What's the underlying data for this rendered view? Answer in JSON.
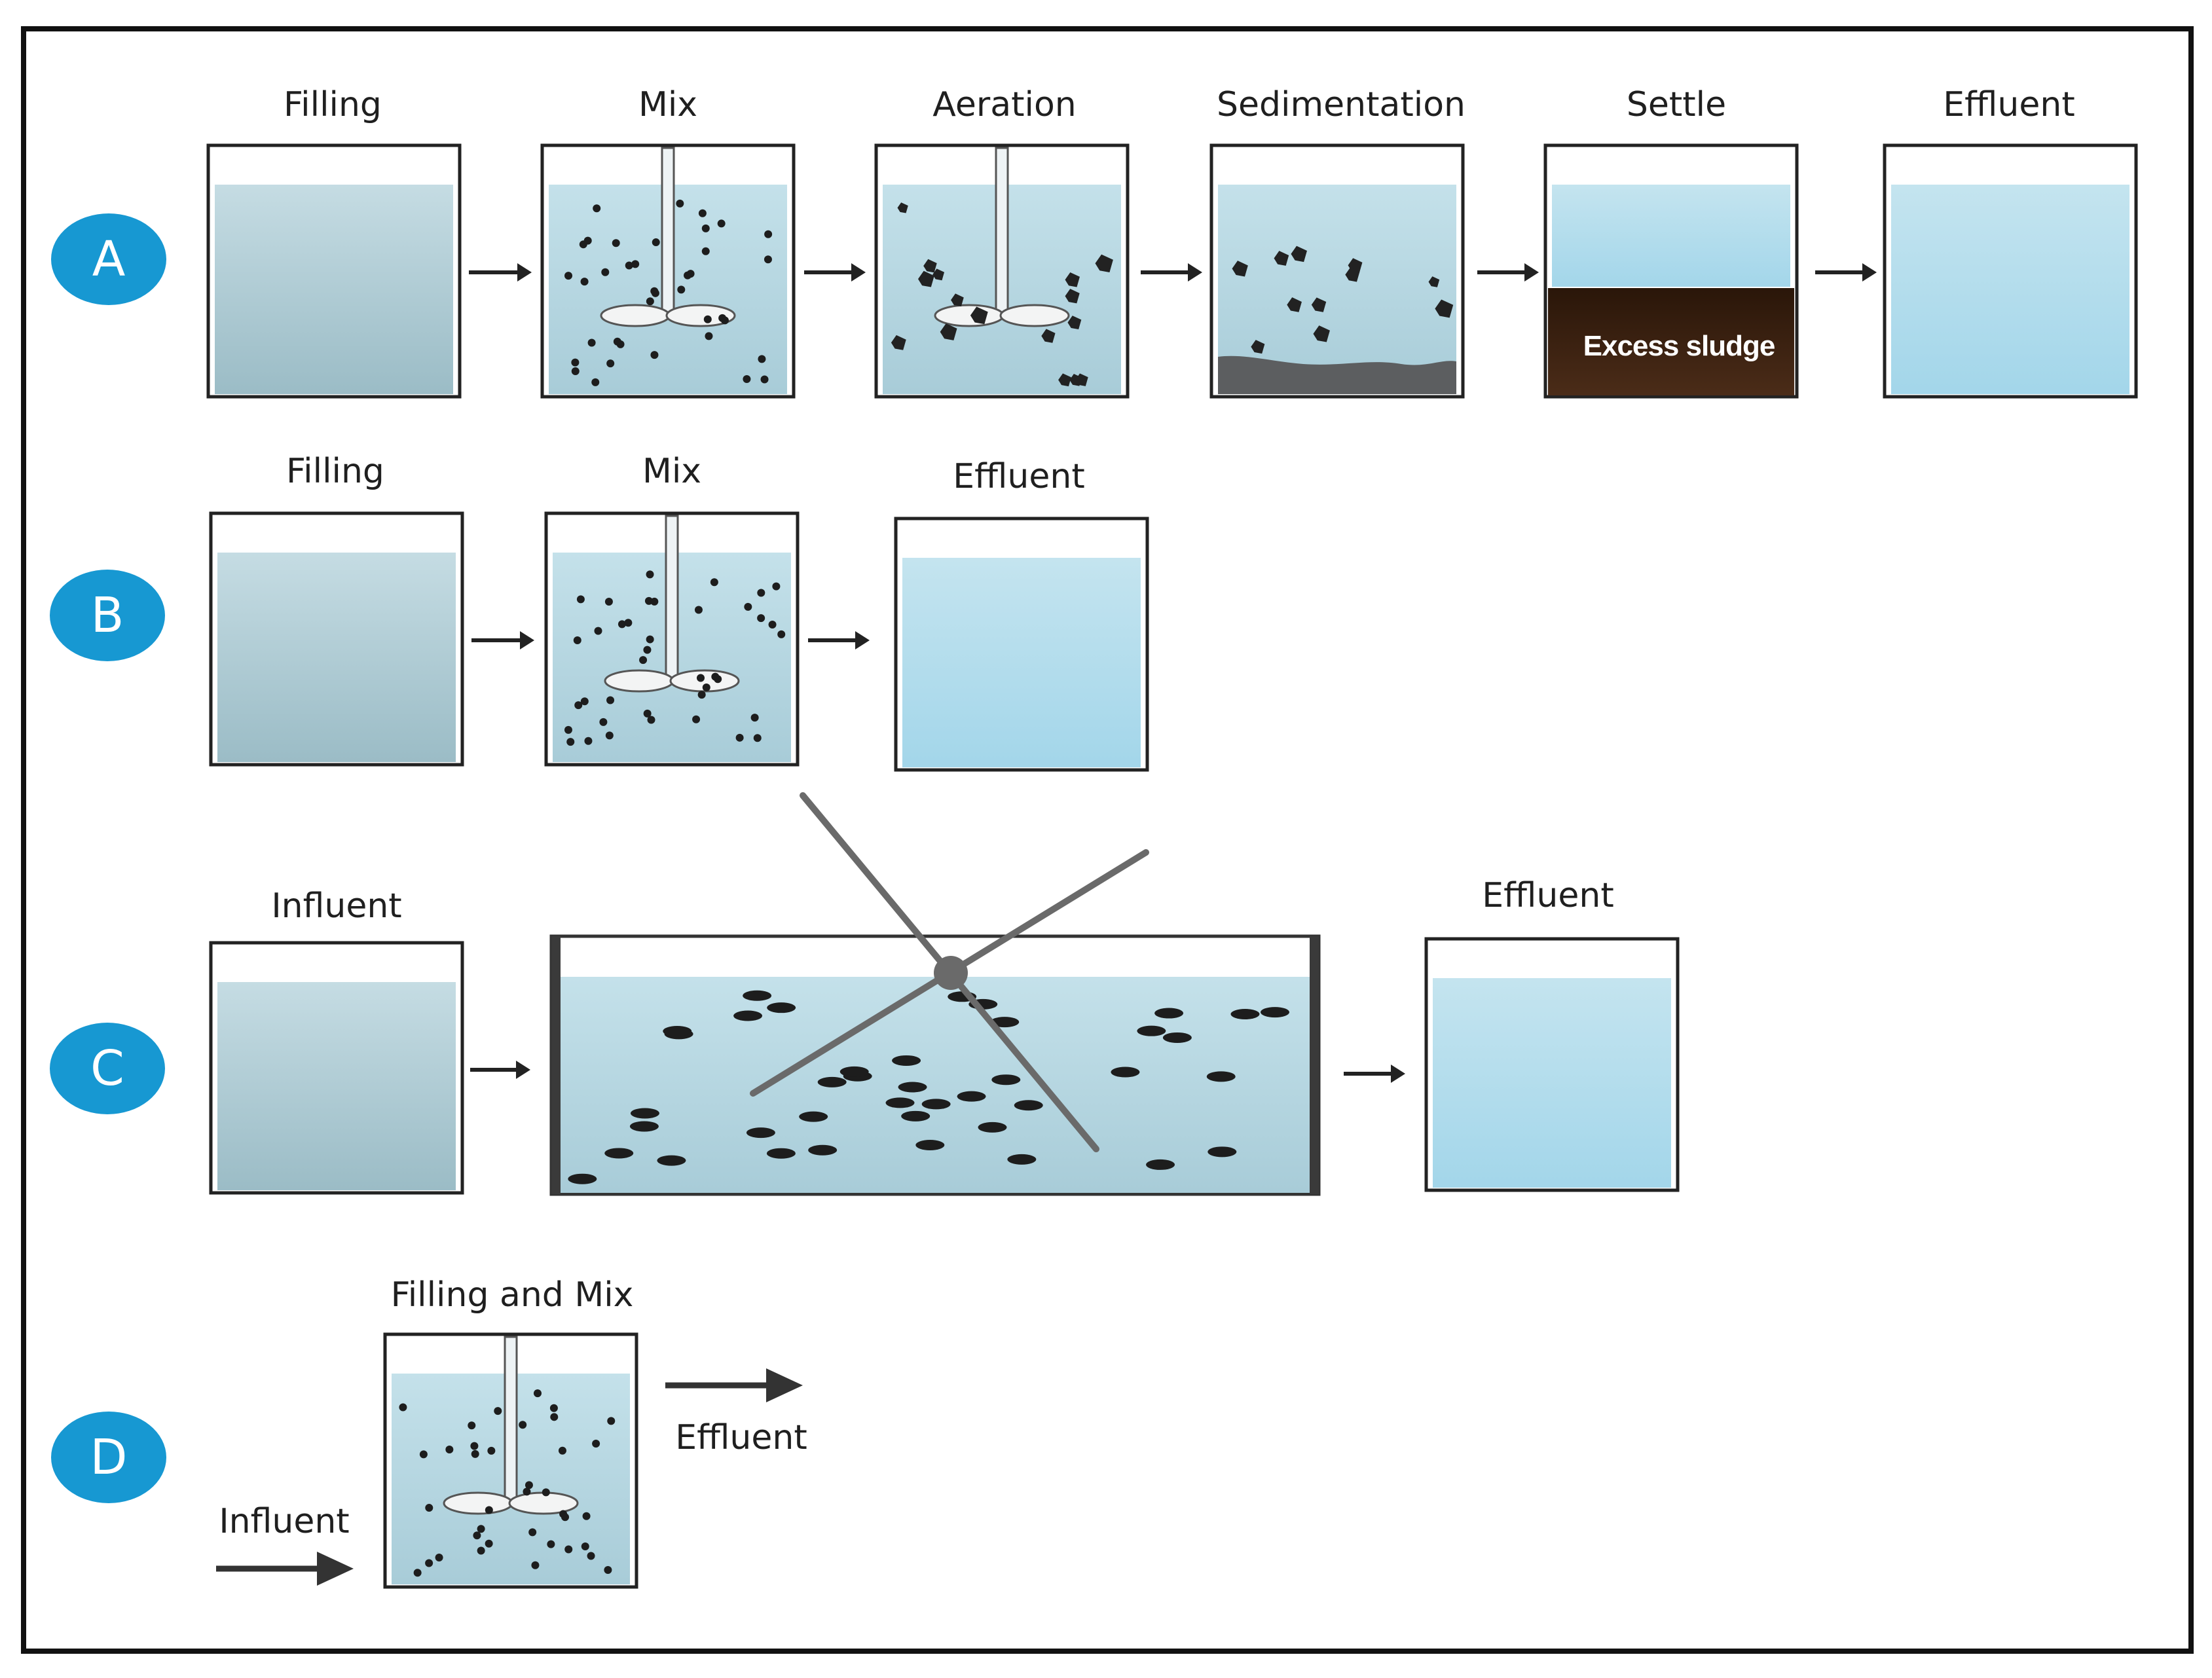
{
  "rows": [
    {
      "badge": "A",
      "stages": [
        "Filling",
        "Mix",
        "Aeration",
        "Sedimentation",
        "Settle",
        "Effluent"
      ],
      "settle_note": "Excess sludge"
    },
    {
      "badge": "B",
      "stages": [
        "Filling",
        "Mix",
        "Effluent"
      ]
    },
    {
      "badge": "C",
      "stages": [
        "Influent",
        "Effluent"
      ]
    },
    {
      "badge": "D",
      "stages": [
        "Filling and Mix",
        "Influent",
        "Effluent"
      ]
    }
  ],
  "colors": {
    "frame": "#111111",
    "water_gray": "#a9c6cf",
    "water_blue": "#b3dcec",
    "badge": "#1798d2",
    "sludge": "#3e2414",
    "particle": "#1d1d1d"
  }
}
